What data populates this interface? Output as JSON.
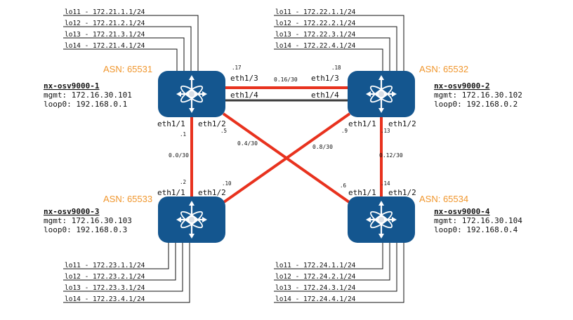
{
  "routers": [
    {
      "hostname": "nx-osv9000-1",
      "asn": "ASN: 65531",
      "mgmt": "mgmt: 172.16.30.101",
      "loop": "loop0: 192.168.0.1",
      "loopbacks": [
        "lo11 - 172.21.1.1/24",
        "lo12 - 172.21.2.1/24",
        "lo13 - 172.21.3.1/24",
        "lo14 - 172.21.4.1/24"
      ]
    },
    {
      "hostname": "nx-osv9000-2",
      "asn": "ASN: 65532",
      "mgmt": "mgmt: 172.16.30.102",
      "loop": "loop0: 192.168.0.2",
      "loopbacks": [
        "lo11 - 172.22.1.1/24",
        "lo12 - 172.22.2.1/24",
        "lo13 - 172.22.3.1/24",
        "lo14 - 172.22.4.1/24"
      ]
    },
    {
      "hostname": "nx-osv9000-3",
      "asn": "ASN: 65533",
      "mgmt": "mgmt: 172.16.30.103",
      "loop": "loop0: 192.168.0.3",
      "loopbacks": [
        "lo11 - 172.23.1.1/24",
        "lo12 - 172.23.2.1/24",
        "lo13 - 172.23.3.1/24",
        "lo14 - 172.23.4.1/24"
      ]
    },
    {
      "hostname": "nx-osv9000-4",
      "asn": "ASN: 65534",
      "mgmt": "mgmt: 172.16.30.104",
      "loop": "loop0: 192.168.0.4",
      "loopbacks": [
        "lo11 - 172.24.1.1/24",
        "lo12 - 172.24.2.1/24",
        "lo13 - 172.24.3.1/24",
        "lo14 - 172.24.4.1/24"
      ]
    }
  ],
  "interfaces": {
    "r1_e13": "eth1/3",
    "r1_e14": "eth1/4",
    "r1_e11": "eth1/1",
    "r1_e12": "eth1/2",
    "r2_e13": "eth1/3",
    "r2_e14": "eth1/4",
    "r2_e11": "eth1/1",
    "r2_e12": "eth1/2",
    "r3_e11": "eth1/1",
    "r3_e12": "eth1/2",
    "r4_e11": "eth1/1",
    "r4_e12": "eth1/2"
  },
  "addresses": {
    "r1_e13": ".17",
    "r2_e13": ".18",
    "r1_e11": ".1",
    "r3_e11": ".2",
    "r1_e12": ".5",
    "r4_e11": ".6",
    "r2_e11": ".9",
    "r3_e12": ".10",
    "r2_e12": ".13",
    "r4_e12": ".14"
  },
  "networks": {
    "link_1_2": "0.16/30",
    "link_1_3": "0.0/30",
    "link_1_4": "0.4/30",
    "link_2_3": "0.8/30",
    "link_2_4": "0.12/30"
  },
  "colors": {
    "link_red": "#e8321e",
    "link_gray": "#3a3a3a",
    "router_fill": "#14568f",
    "asn_orange": "#f0962d"
  },
  "icons": {
    "router": "nexus-switch-icon"
  }
}
